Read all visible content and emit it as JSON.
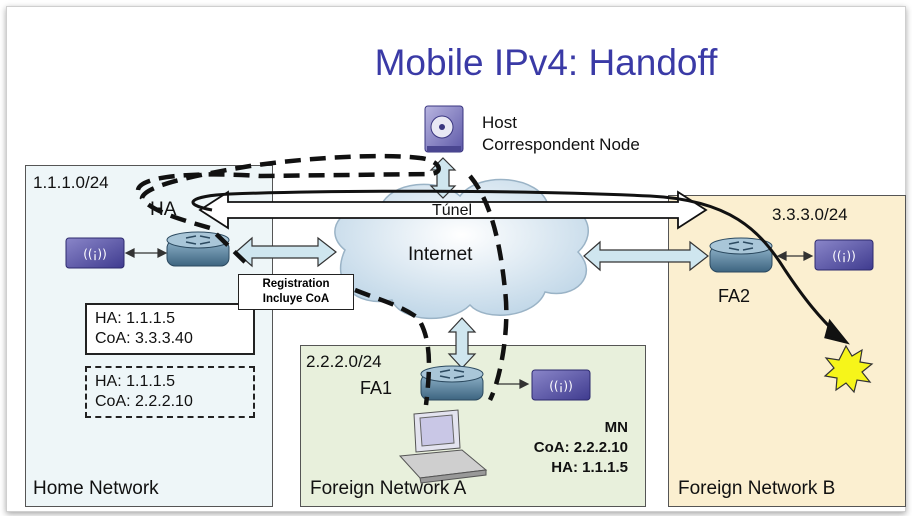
{
  "title": "Mobile IPv4: Handoff",
  "host": {
    "line1": "Host",
    "line2": "Correspondent Node"
  },
  "home_network": {
    "label": "Home Network",
    "subnet": "1.1.1.0/24",
    "router_label": "HA",
    "binding_current": {
      "ha": "HA: 1.1.1.5",
      "coa": "CoA: 3.3.3.40"
    },
    "binding_old": {
      "ha": "HA: 1.1.1.5",
      "coa": "CoA: 2.2.2.10"
    }
  },
  "foreign_network_a": {
    "label": "Foreign Network A",
    "subnet": "2.2.2.0/24",
    "router_label": "FA1",
    "mobile_node": {
      "name": "MN",
      "coa": "CoA: 2.2.2.10",
      "ha": "HA: 1.1.1.5"
    }
  },
  "foreign_network_b": {
    "label": "Foreign Network B",
    "subnet": "3.3.3.0/24",
    "router_label": "FA2"
  },
  "internet": {
    "label": "Internet",
    "tunnel_label": "Túnel"
  },
  "registration": {
    "line1": "Registration",
    "line2": "Incluye CoA"
  },
  "colors": {
    "title": "#3a3aa6",
    "home_bg": "#eef6f8",
    "foreign_a_bg": "#e8f0dc",
    "foreign_b_bg": "#fbefd0",
    "arrow_fill": "#cfe6ef"
  }
}
